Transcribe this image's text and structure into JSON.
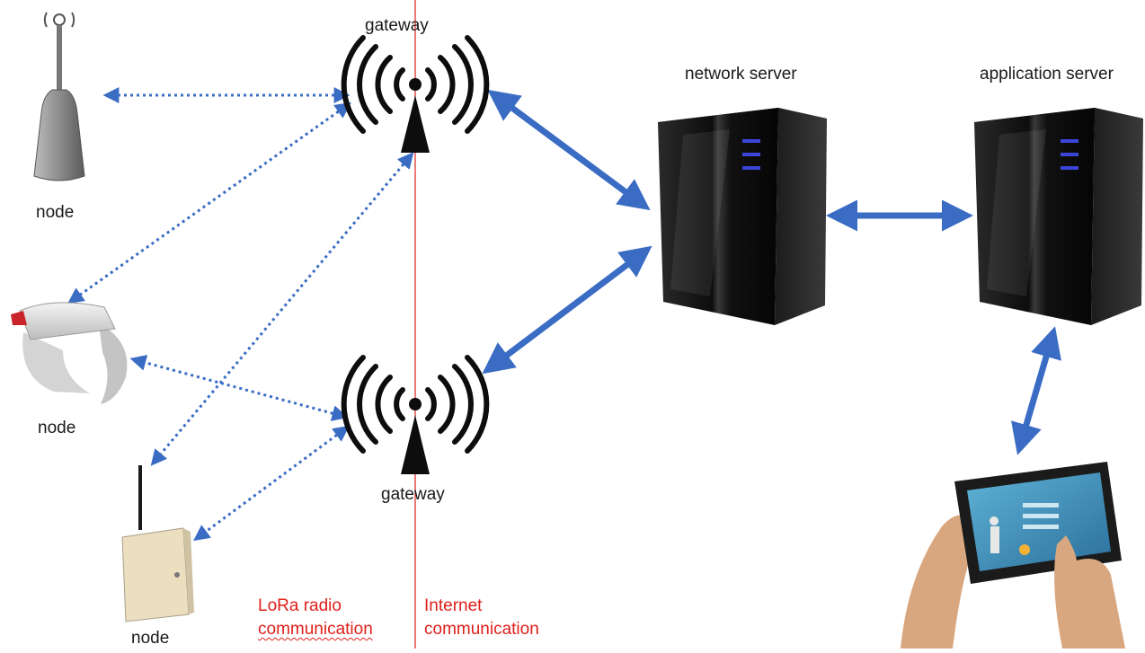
{
  "labels": {
    "gateway_top": "gateway",
    "gateway_bottom": "gateway",
    "network_server": "network server",
    "application_server": "application server",
    "node_1": "node",
    "node_2": "node",
    "node_3": "node"
  },
  "zones": {
    "lora_line1": "LoRa radio",
    "lora_line2": "communication",
    "internet_line1": "Internet",
    "internet_line2": "communication"
  },
  "colors": {
    "link_blue": "#3a6cc4",
    "divider_red": "#e0201b",
    "server_body": "#151515"
  },
  "icons": [
    "antenna-node-icon",
    "wristband-node-icon",
    "box-node-icon",
    "gateway-tower-icon",
    "server-tower-icon",
    "tablet-hands-icon"
  ]
}
